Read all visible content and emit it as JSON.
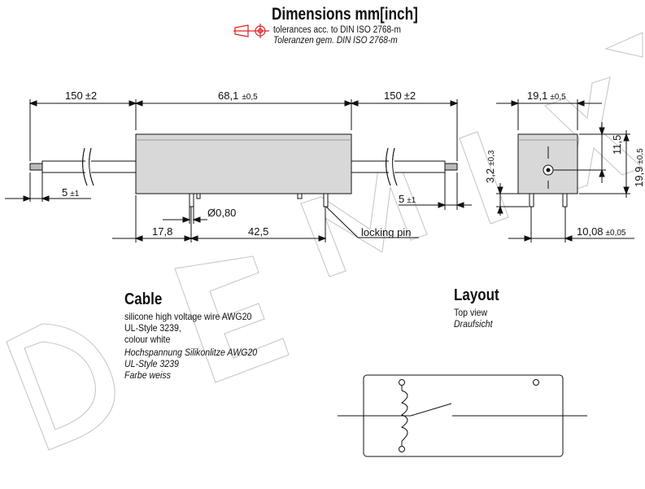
{
  "header": {
    "title": "Dimensions mm[inch]",
    "tolerance_en": "tolerances acc. to DIN ISO 2768-m",
    "tolerance_de": "Toleranzen gem. DIN ISO 2768-m"
  },
  "watermark": {
    "text": "DEMIX"
  },
  "dimensions": {
    "lead_left": "150",
    "lead_left_tol": "±2",
    "body_length": "68,1",
    "body_length_tol": "±0,5",
    "lead_right": "150",
    "lead_right_tol": "±2",
    "strip_left": "5",
    "strip_left_tol": "±1",
    "strip_right": "5",
    "strip_right_tol": "±1",
    "pin_diameter": "Ø0,80",
    "pin_offset_1": "17,8",
    "pin_offset_2": "42,5",
    "locking_pin": "locking pin",
    "side_width": "19,1",
    "side_width_tol": "±0,5",
    "side_height_a": "11,5",
    "side_height": "19,9",
    "side_height_tol": "±0,5",
    "side_pin": "3,2",
    "side_pin_tol": "±0,3",
    "side_depth": "10,08",
    "side_depth_tol": "±0,05"
  },
  "cable": {
    "title": "Cable",
    "lines": [
      "silicone high voltage wire AWG20",
      "UL-Style 3239,",
      "colour white",
      "Hochspannung Silikonlitze AWG20",
      "UL-Style 3239",
      "Farbe weiss"
    ]
  },
  "layout": {
    "title": "Layout",
    "subtitle_en": "Top view",
    "subtitle_de": "Draufsicht"
  },
  "colors": {
    "projection_symbol": "#e02020",
    "body_fill": "#d8d8d8",
    "line": "#111111",
    "watermark": "#c8c8c8"
  }
}
